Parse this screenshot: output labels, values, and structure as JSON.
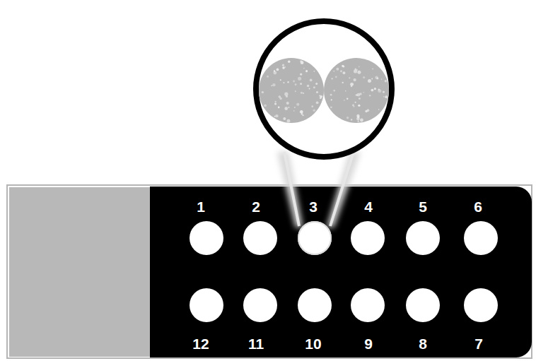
{
  "diagram": {
    "labels": [
      "1",
      "2",
      "3",
      "4",
      "5",
      "6",
      "12",
      "11",
      "10",
      "9",
      "8",
      "7"
    ]
  }
}
